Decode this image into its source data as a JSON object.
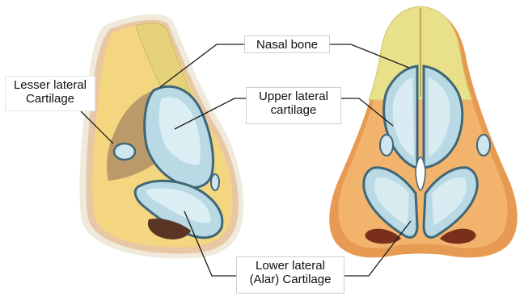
{
  "labels": {
    "nasal_bone": "Nasal bone",
    "upper_lateral_line1": "Upper lateral",
    "upper_lateral_line2": "cartilage",
    "lesser_lateral_line1": "Lesser lateral",
    "lesser_lateral_line2": "Cartilage",
    "lower_lateral_line1": "Lower lateral",
    "lower_lateral_line2": "(Alar) Cartilage"
  },
  "colors": {
    "bone": "#eadf80",
    "bone_light": "#f4eda8",
    "skin": "#f2c668",
    "skin_dark": "#d98a3a",
    "cartilage": "#b9d9e4",
    "cartilage_edge": "#5f8c9e",
    "cartilage_shadow": "#3f6777",
    "nostril": "#6b3a26",
    "leader": "#1a1a1a"
  }
}
